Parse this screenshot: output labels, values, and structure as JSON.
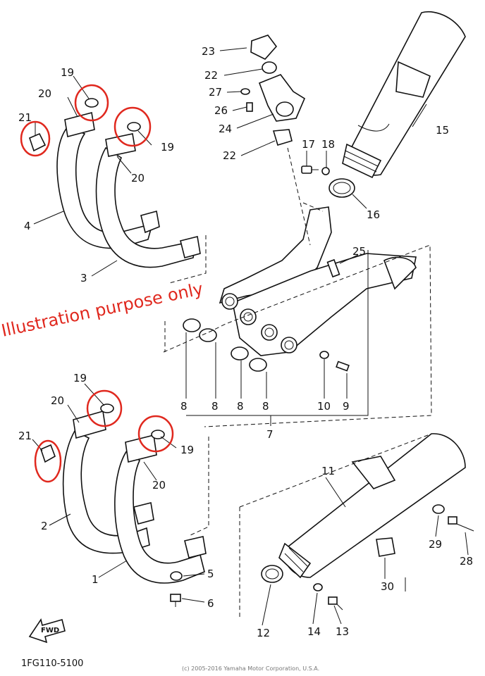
{
  "diagram": {
    "watermark": "Illustration purpose only",
    "part_code": "1FG110-5100",
    "copyright": "(c) 2005-2016 Yamaha Motor Corporation, U.S.A.",
    "fwd_label": "FWD",
    "callouts": {
      "p1": "1",
      "p2": "2",
      "p3": "3",
      "p4": "4",
      "p5": "5",
      "p6": "6",
      "p7": "7",
      "p8a": "8",
      "p8b": "8",
      "p8c": "8",
      "p8d": "8",
      "p9": "9",
      "p10": "10",
      "p11": "11",
      "p12": "12",
      "p13": "13",
      "p14": "14",
      "p15": "15",
      "p16": "16",
      "p17": "17",
      "p18": "18",
      "p19a": "19",
      "p19b": "19",
      "p19c": "19",
      "p19d": "19",
      "p20a": "20",
      "p20b": "20",
      "p20c": "20",
      "p20d": "20",
      "p21a": "21",
      "p21b": "21",
      "p22a": "22",
      "p22b": "22",
      "p23": "23",
      "p24": "24",
      "p25": "25",
      "p26": "26",
      "p27": "27",
      "p28": "28",
      "p29": "29",
      "p30": "30"
    },
    "highlight_color": "#e0281e"
  }
}
